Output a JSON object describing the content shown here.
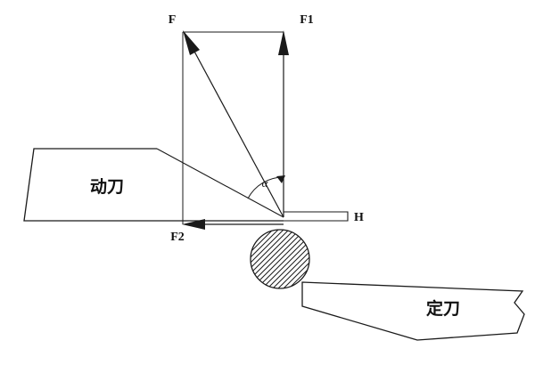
{
  "diagram": {
    "title_implicit": "shear-cutting force diagram",
    "labels": {
      "force_f": "F",
      "force_f1": "F1",
      "force_f2": "F2",
      "height_h": "H",
      "angle_alpha": "α",
      "moving_blade": "动刀",
      "fixed_blade": "定刀"
    },
    "colors": {
      "line": "#1a1a1a",
      "background": "#ffffff"
    }
  }
}
